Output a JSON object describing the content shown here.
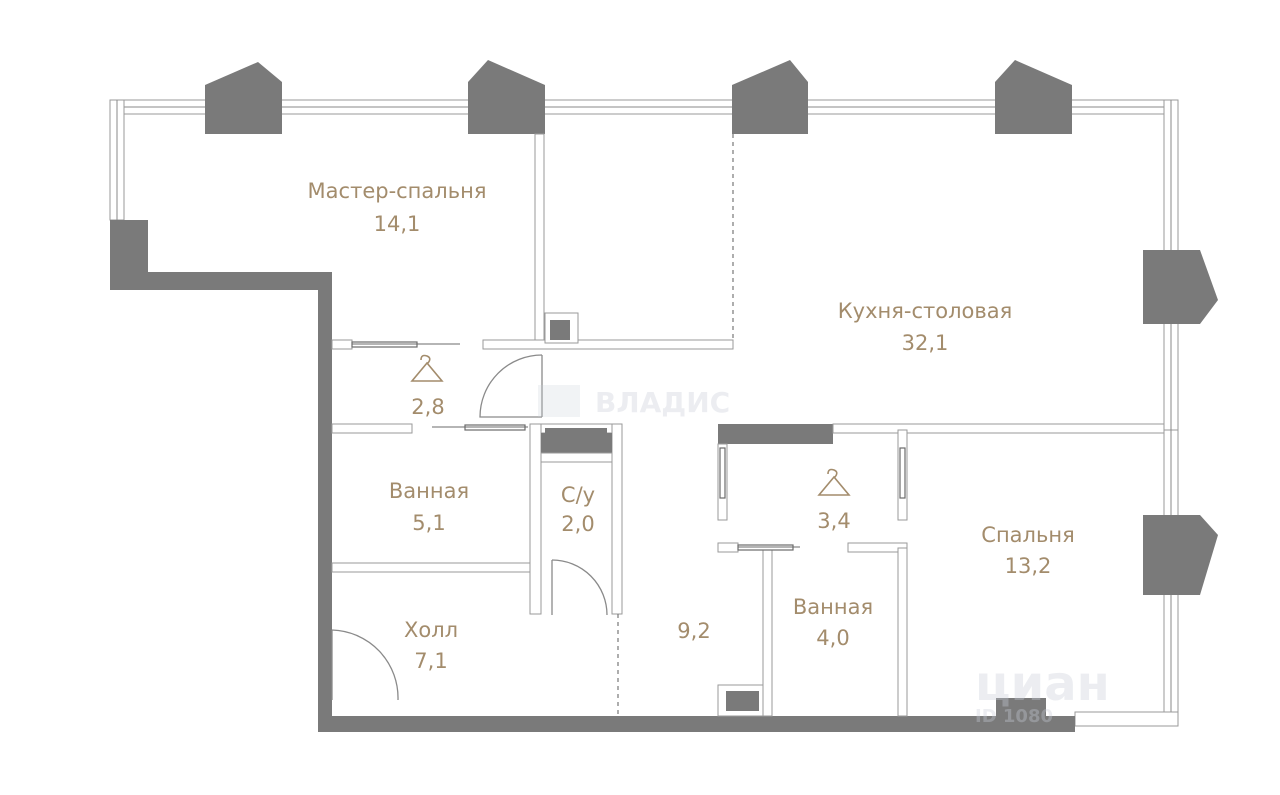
{
  "rooms": [
    {
      "id": "master-bedroom",
      "name": "Мастер-спальня",
      "area": "14,1"
    },
    {
      "id": "kitchen-dining",
      "name": "Кухня-столовая",
      "area": "32,1"
    },
    {
      "id": "closet-1",
      "name": "",
      "area": "2,8"
    },
    {
      "id": "bathroom-1",
      "name": "Ванная",
      "area": "5,1"
    },
    {
      "id": "wc",
      "name": "С/у",
      "area": "2,0"
    },
    {
      "id": "closet-2",
      "name": "",
      "area": "3,4"
    },
    {
      "id": "bedroom",
      "name": "Спальня",
      "area": "13,2"
    },
    {
      "id": "bathroom-2",
      "name": "Ванная",
      "area": "4,0"
    },
    {
      "id": "hall",
      "name": "Холл",
      "area": "7,1"
    },
    {
      "id": "corridor",
      "name": "",
      "area": "9,2"
    }
  ],
  "watermarks": {
    "vladis": "ВЛАДИС",
    "cian": "циан",
    "id": "ID 1080"
  },
  "colors": {
    "label": "#a38c6c",
    "wall": "#7a7a7a"
  }
}
